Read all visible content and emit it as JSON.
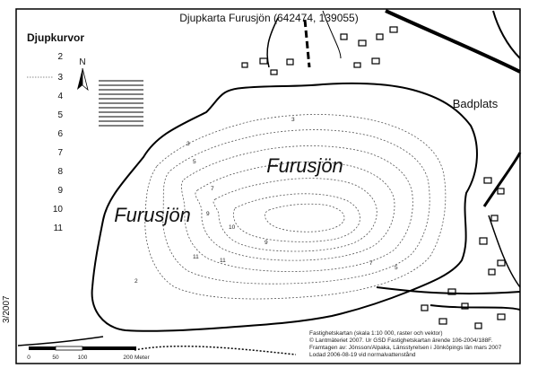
{
  "map": {
    "title": "Djupkarta Furusjön (642474, 139055)",
    "lake_labels": [
      "Furusjön",
      "Furusjön"
    ],
    "place_label": "Badplats",
    "north_label": "N"
  },
  "legend": {
    "title": "Djupkurvor",
    "depths": [
      "2",
      "3",
      "4",
      "5",
      "6",
      "7",
      "8",
      "9",
      "10",
      "11"
    ]
  },
  "scale_bar": {
    "labels": [
      "0",
      "50",
      "100",
      "200 Meter"
    ]
  },
  "credits": [
    "Fastighetskartan (skala 1:10 000, raster och vektor)",
    "© Lantmäteriet 2007. Ur GSD Fastighetskartan ärende 106-2004/188F.",
    "Framtagen av: Jönsson/Alpaka, Länsstyrelsen i Jönköpings län mars 2007",
    "Lodad 2006-08-19 vid normalvattenstånd"
  ],
  "margin_note": "3/2007",
  "contour_depth_labels": [
    "3",
    "5",
    "7",
    "9",
    "10",
    "11",
    "11",
    "9",
    "7",
    "5",
    "3",
    "2"
  ]
}
